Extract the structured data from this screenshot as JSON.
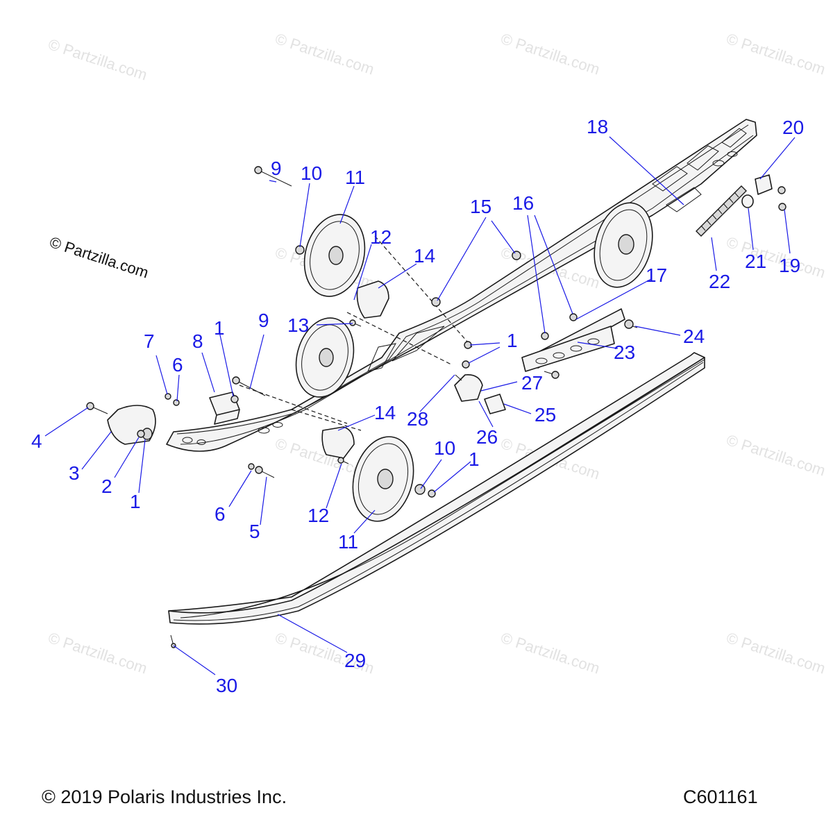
{
  "watermarks": [
    "© Partzilla.com",
    "© Partzilla.com",
    "© Partzilla.com",
    "© Partzilla.com",
    "© Partzilla.com",
    "© Partzilla.com",
    "© Partzilla.com",
    "© Partzilla.com",
    "© Partzilla.com",
    "© Partzilla.com",
    "© Partzilla.com",
    "© Partzilla.com",
    "© Partzilla.com",
    "© Partzilla.com"
  ],
  "watermark_dark": "© Partzilla.com",
  "callouts": [
    "18",
    "20",
    "9",
    "10",
    "11",
    "15",
    "16",
    "12",
    "14",
    "17",
    "21",
    "19",
    "22",
    "13",
    "1",
    "9",
    "7",
    "6",
    "8",
    "1",
    "27",
    "24",
    "23",
    "28",
    "25",
    "14",
    "26",
    "4",
    "3",
    "2",
    "1",
    "6",
    "5",
    "12",
    "10",
    "1",
    "11",
    "29",
    "30"
  ],
  "footer": {
    "copyright": "© 2019 Polaris Industries Inc.",
    "figure_code": "C601161"
  },
  "colors": {
    "callout": "#1a1ae6",
    "watermark": "#e2e2e2",
    "line_art": "#1a1a1a"
  }
}
